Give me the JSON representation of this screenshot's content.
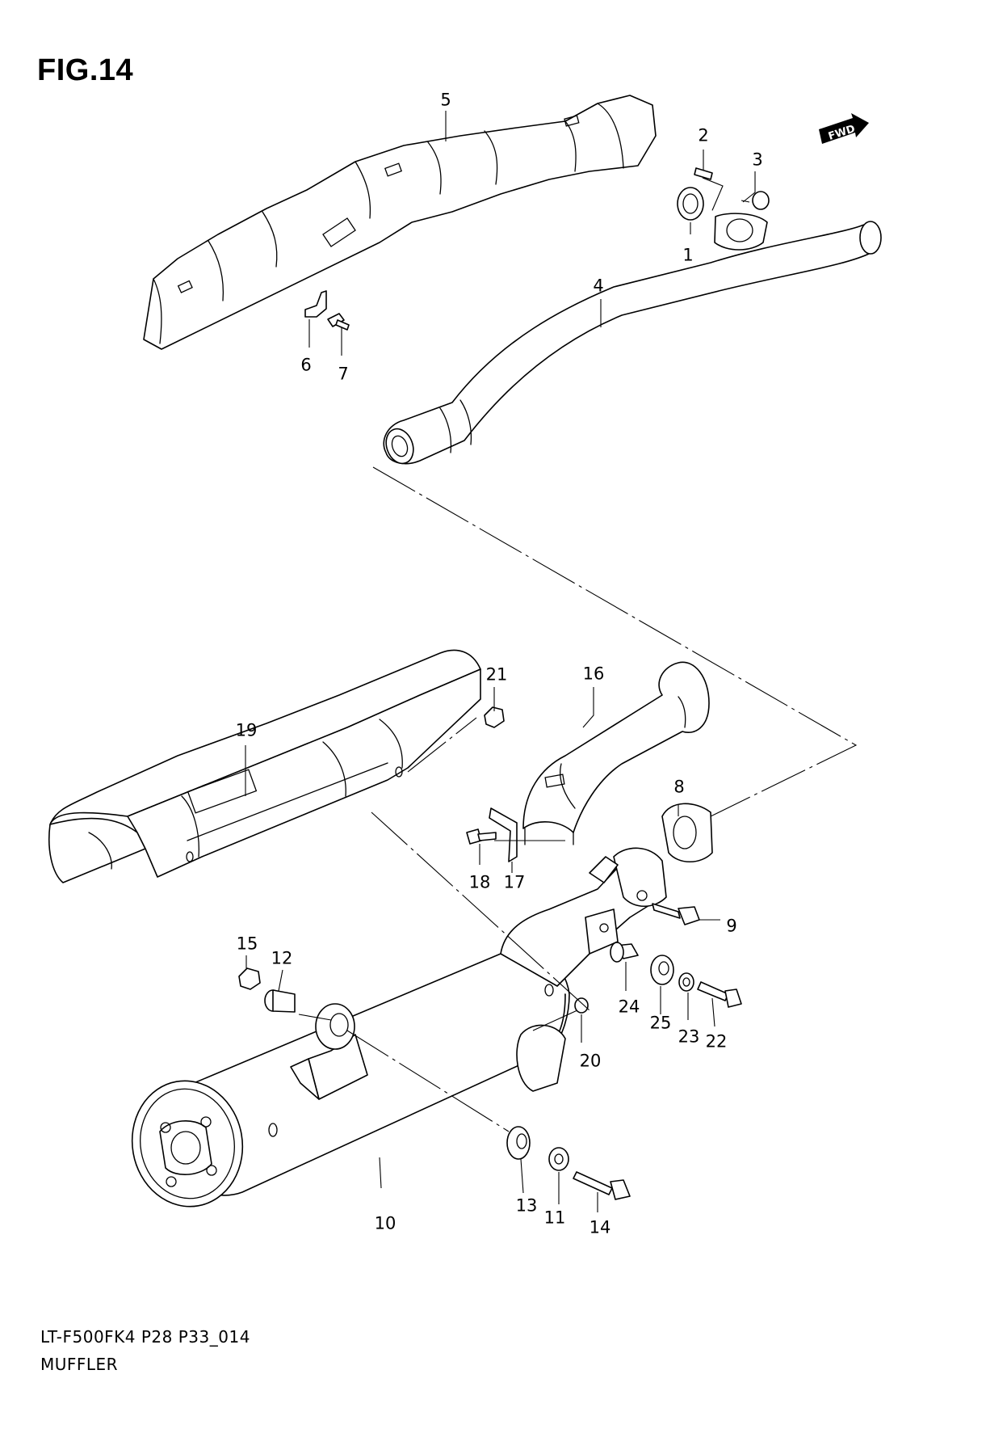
{
  "figure": {
    "title": "FIG.14",
    "direction_badge": "FWD"
  },
  "callouts": {
    "p1": "1",
    "p2": "2",
    "p3": "3",
    "p4": "4",
    "p5": "5",
    "p6": "6",
    "p7": "7",
    "p8": "8",
    "p9": "9",
    "p10": "10",
    "p11": "11",
    "p12": "12",
    "p13": "13",
    "p14": "14",
    "p15": "15",
    "p16": "16",
    "p17": "17",
    "p18": "18",
    "p19": "19",
    "p20": "20",
    "p21": "21",
    "p22": "22",
    "p23": "23",
    "p24": "24",
    "p25": "25"
  },
  "footer": {
    "model_code": "LT-F500FK4 P28 P33_014",
    "section_name": "MUFFLER"
  }
}
